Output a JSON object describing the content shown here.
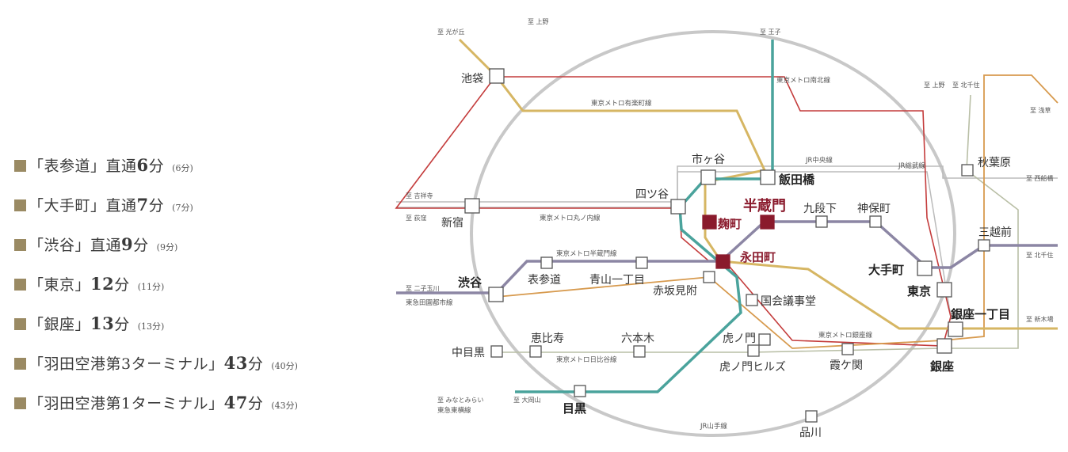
{
  "routes": [
    {
      "prefix": "「表参道」直通",
      "time": "6",
      "unit": "分",
      "note": "(6分)"
    },
    {
      "prefix": "「大手町」直通",
      "time": "7",
      "unit": "分",
      "note": "(7分)"
    },
    {
      "prefix": "「渋谷」直通",
      "time": "9",
      "unit": "分",
      "note": "(9分)"
    },
    {
      "prefix": "「東京」",
      "time": "12",
      "unit": "分",
      "note": "(11分)"
    },
    {
      "prefix": "「銀座」",
      "time": "13",
      "unit": "分",
      "note": "(13分)"
    },
    {
      "prefix": "「羽田空港第3ターミナル」",
      "time": "43",
      "unit": "分",
      "note": "(40分)"
    },
    {
      "prefix": "「羽田空港第1ターミナル」",
      "time": "47",
      "unit": "分",
      "note": "(43分)"
    }
  ],
  "colors": {
    "bullet": "#9a8a63",
    "yamanote": "#c8c8c8",
    "yurakucho": "#d6b663",
    "namboku": "#4aa39c",
    "hanzomon": "#8c86a4",
    "marunouchi": "#c43c3c",
    "ginza": "#d79a4e",
    "hibiya": "#b9bfa6",
    "highlight": "#8a1a2c"
  },
  "stations": {
    "ikebukuro": "池袋",
    "shinjuku": "新宿",
    "yotsuya": "四ツ谷",
    "ichigaya": "市ヶ谷",
    "iidabashi": "飯田橋",
    "hanzomon": "半蔵門",
    "kojimachi": "麹町",
    "nagatacho": "永田町",
    "kudanshita": "九段下",
    "jimbocho": "神保町",
    "akihabara": "秋葉原",
    "mitsukoshimae": "三越前",
    "otemachi": "大手町",
    "tokyo": "東京",
    "ginza_itchome": "銀座一丁目",
    "ginza": "銀座",
    "shibuya": "渋谷",
    "omotesando": "表参道",
    "aoyama_itchome": "青山一丁目",
    "akasaka_mitsuke": "赤坂見附",
    "kokkai_gijidomae": "国会議事堂",
    "toranomon": "虎ノ門",
    "toranomon_hills": "虎ノ門ヒルズ",
    "kasumigaseki": "霞ケ関",
    "ebisu": "恵比寿",
    "roppongi": "六本木",
    "nakameguro": "中目黒",
    "meguro": "目黒",
    "shinagawa": "品川"
  },
  "directions": {
    "hikarigaoka": "至 光が丘",
    "ueno_top": "至 上野",
    "oji": "至 王子",
    "ueno_right": "至 上野",
    "kitasenju_top": "至 北千住",
    "asakusa": "至 浅草",
    "nishifunabashi": "至 西船橋",
    "kitasenju_right": "至 北千住",
    "shinkiba": "至 新木場",
    "kichijoji": "至 吉祥寺",
    "ogikubo": "至 荻窪",
    "futakotamagawa": "至 二子玉川",
    "minatomirai": "至 みなとみらい",
    "ookayama": "至 大岡山"
  },
  "lines": {
    "namboku": "東京メトロ南北線",
    "yurakucho": "東京メトロ有楽町線",
    "jr_chuo": "JR中央線",
    "jr_sobu": "JR総武線",
    "marunouchi": "東京メトロ丸ノ内線",
    "hanzomon": "東京メトロ半蔵門線",
    "ginza": "東京メトロ銀座線",
    "hibiya": "東京メトロ日比谷線",
    "yamanote": "JR山手線",
    "denentoshi": "東急田園都市線",
    "toyoko": "東急東横線"
  }
}
